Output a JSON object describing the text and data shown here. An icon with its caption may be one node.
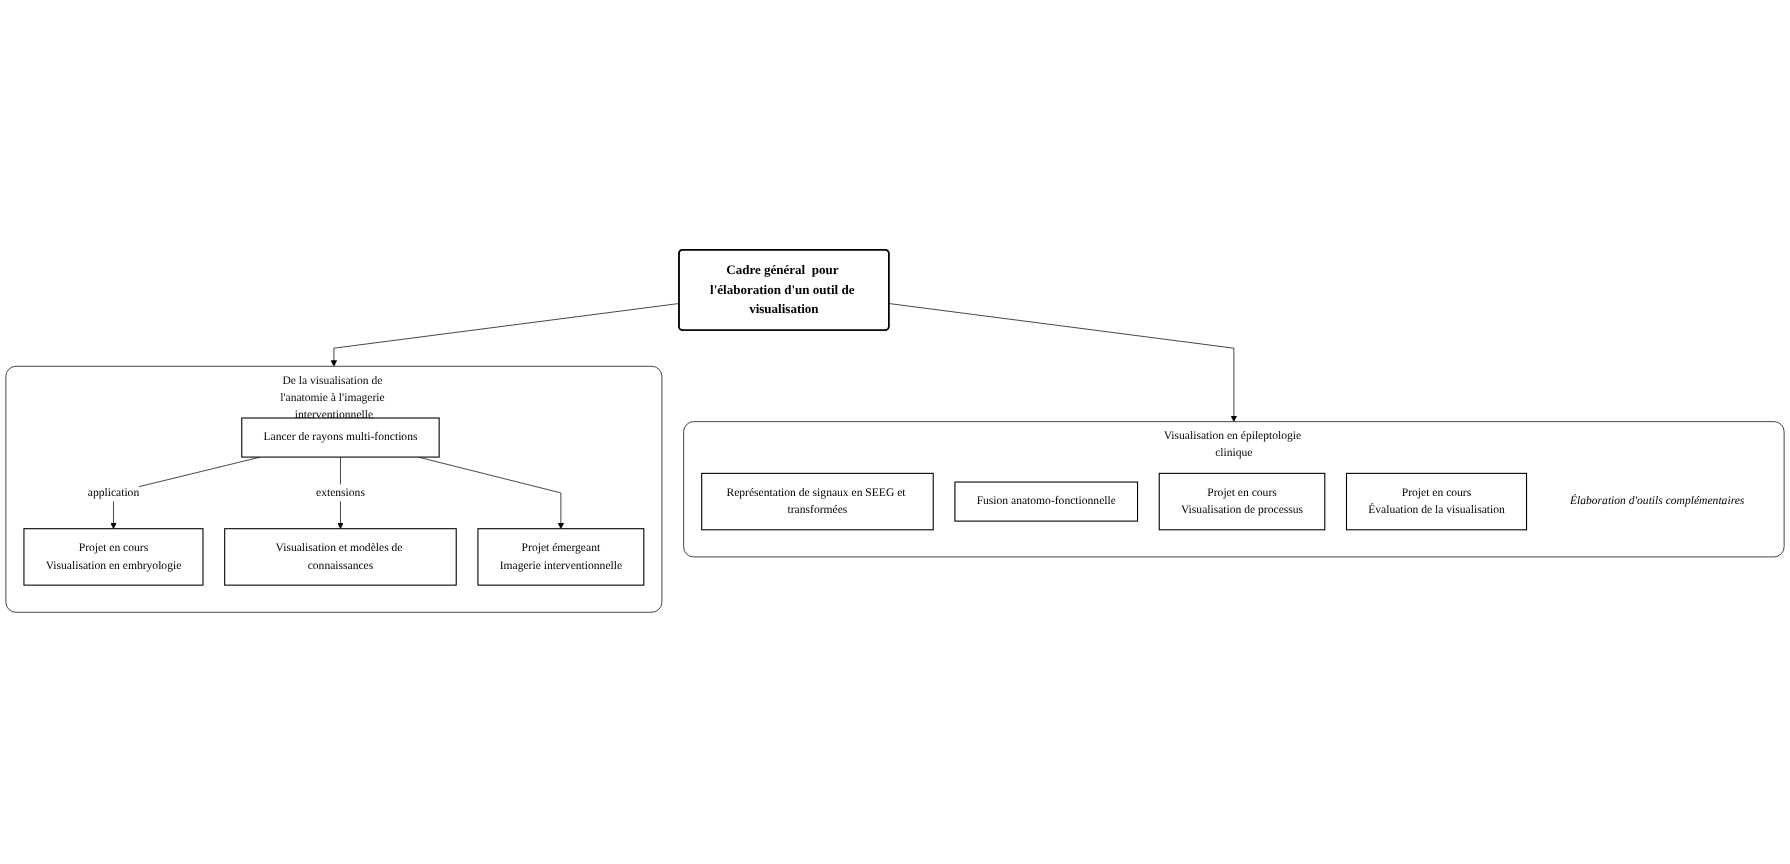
{
  "diagram": {
    "nodes": [
      {
        "text": [
          "Cadre général  pour l'élaboration d'un outil de visualisation"
        ]
      },
      {
        "text": [
          "De la visualisation de l'anatomie à l'imagerie interventionnelle"
        ]
      },
      {
        "text": [
          "Lancer de rayons multi-fonctions"
        ],
        "in": 1
      },
      {
        "text": [
          "Projet en cours",
          "Visualisation en embryologie"
        ],
        "in": 1
      },
      {
        "text": [
          "Visualisation et modèles de connaissances"
        ],
        "in": 1
      },
      {
        "text": [
          "Projet émergeant",
          "Imagerie interventionnelle"
        ],
        "in": 1
      },
      {
        "text": [
          "Visualisation en épileptologie clinique"
        ]
      },
      {
        "text": [
          "Représentation de signaux en SEEG et transformées"
        ],
        "in": 6
      },
      {
        "text": [
          "Fusion anatomo-fonctionnelle"
        ],
        "in": 6
      },
      {
        "text": [
          "Projet en cours",
          "Visualisation de processus"
        ],
        "in": 6
      },
      {
        "text": [
          "Projet en cours",
          "Évaluation de la visualisation"
        ],
        "in": 6
      }
    ],
    "edges": [
      {
        "from": 0,
        "to": 1,
        "arrow": "to"
      },
      {
        "from": 0,
        "to": 6,
        "arrow": "to"
      },
      {
        "from": 2,
        "to": 3,
        "label": "application",
        "arrow": "to"
      },
      {
        "from": 2,
        "to": 4,
        "label": "extensions",
        "arrow": "to"
      },
      {
        "from": 2,
        "to": 5,
        "arrow": "to"
      }
    ],
    "labels": [
      "Élaboration d'outils complémentaires"
    ]
  }
}
